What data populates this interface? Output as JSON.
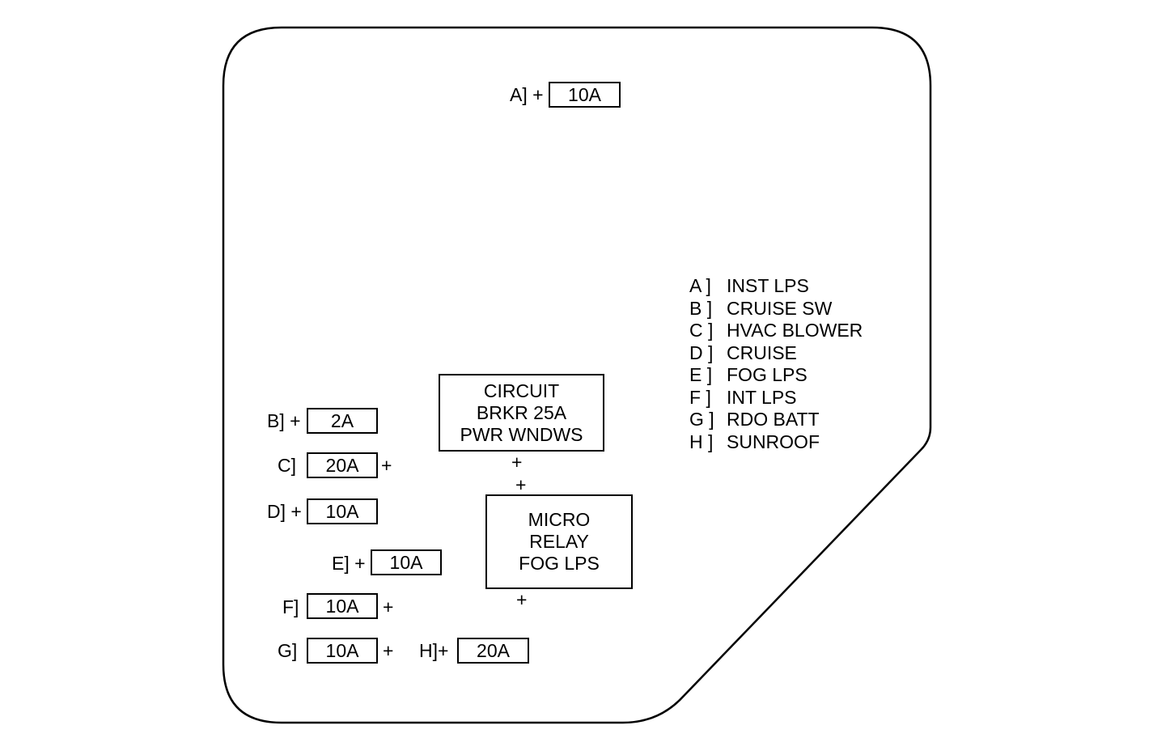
{
  "fuse_block": {
    "fuses": [
      {
        "id": "A",
        "label": "A] +",
        "rating": "10A"
      },
      {
        "id": "B",
        "label": "B] +",
        "rating": "2A"
      },
      {
        "id": "C",
        "label": "C]",
        "rating": "20A",
        "plus": "+"
      },
      {
        "id": "D",
        "label": "D] +",
        "rating": "10A"
      },
      {
        "id": "E",
        "label": "E] +",
        "rating": "10A"
      },
      {
        "id": "F",
        "label": "F]",
        "rating": "10A",
        "plus": "+"
      },
      {
        "id": "G",
        "label": "G]",
        "rating": "10A",
        "plus": "+"
      },
      {
        "id": "H",
        "label": "H]+",
        "rating": "20A"
      }
    ],
    "circuit_breaker": {
      "lines": [
        "CIRCUIT",
        "BRKR 25A",
        "PWR WNDWS"
      ],
      "plus": "+"
    },
    "micro_relay": {
      "lines": [
        "MICRO",
        "RELAY",
        "FOG LPS"
      ],
      "plus_top": "+",
      "plus_bottom": "+"
    }
  },
  "legend": [
    {
      "code": "A ]",
      "desc": "INST LPS"
    },
    {
      "code": "B ]",
      "desc": "CRUISE SW"
    },
    {
      "code": "C ]",
      "desc": "HVAC BLOWER"
    },
    {
      "code": "D ]",
      "desc": "CRUISE"
    },
    {
      "code": "E ]",
      "desc": "FOG LPS"
    },
    {
      "code": "F ]",
      "desc": "INT LPS"
    },
    {
      "code": "G ]",
      "desc": "RDO BATT"
    },
    {
      "code": "H ]",
      "desc": "SUNROOF"
    }
  ]
}
